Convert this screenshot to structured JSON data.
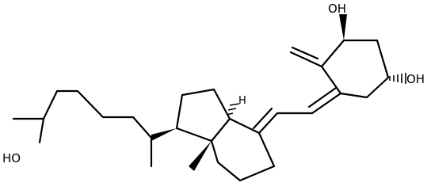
{
  "labels": {
    "hydroxyl_top": "OH",
    "hydroxyl_right": "OH",
    "hydroxyl_left": "HO",
    "hydrogen": "H"
  },
  "colors": {
    "ink": "#000000",
    "background": "#ffffff"
  }
}
